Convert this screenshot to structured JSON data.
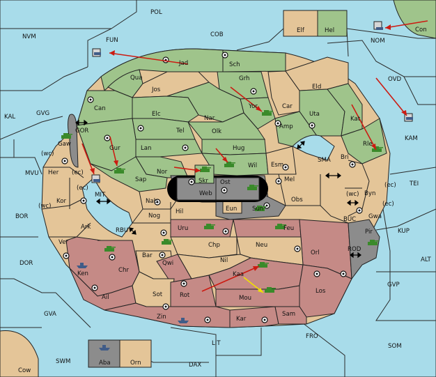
{
  "colors": {
    "sea": "#a8dcea",
    "green_power": "#9fc48b",
    "tan_neutral": "#e4c598",
    "red_power": "#c58a86",
    "grey_power": "#8c8c8c",
    "order_arrow": "#cc1b12",
    "support_arrow": "#f0e200"
  },
  "sea_labels": [
    {
      "id": "pol",
      "text": "POL"
    },
    {
      "id": "cob",
      "text": "COB"
    },
    {
      "id": "nvm",
      "text": "NVM"
    },
    {
      "id": "fun",
      "text": "FUN"
    },
    {
      "id": "nom",
      "text": "NOM"
    },
    {
      "id": "ovd",
      "text": "OVD"
    },
    {
      "id": "kal",
      "text": "KAL"
    },
    {
      "id": "gvg",
      "text": "GVG"
    },
    {
      "id": "gor",
      "text": "GOR"
    },
    {
      "id": "kam",
      "text": "KAM"
    },
    {
      "id": "sma",
      "text": "SMA"
    },
    {
      "id": "tei",
      "text": "TEI"
    },
    {
      "id": "mvu",
      "text": "MVU"
    },
    {
      "id": "mit",
      "text": "MIT"
    },
    {
      "id": "bor",
      "text": "BOR"
    },
    {
      "id": "rbu",
      "text": "RBU"
    },
    {
      "id": "buc",
      "text": "BUC"
    },
    {
      "id": "kup",
      "text": "KUP"
    },
    {
      "id": "dor",
      "text": "DOR"
    },
    {
      "id": "rod",
      "text": "ROD"
    },
    {
      "id": "alt",
      "text": "ALT"
    },
    {
      "id": "gvp",
      "text": "GVP"
    },
    {
      "id": "gva",
      "text": "GVA"
    },
    {
      "id": "fro",
      "text": "FRO"
    },
    {
      "id": "lit",
      "text": "LIT"
    },
    {
      "id": "som",
      "text": "SOM"
    },
    {
      "id": "swm",
      "text": "SWM"
    },
    {
      "id": "dax",
      "text": "DAX"
    }
  ],
  "land_labels": [
    {
      "id": "elf",
      "text": "Elf"
    },
    {
      "id": "hel",
      "text": "Hel"
    },
    {
      "id": "con",
      "text": "Con"
    },
    {
      "id": "jad",
      "text": "Jad"
    },
    {
      "id": "sch",
      "text": "Sch"
    },
    {
      "id": "qua",
      "text": "Qua"
    },
    {
      "id": "grh",
      "text": "Grh"
    },
    {
      "id": "jos",
      "text": "Jos"
    },
    {
      "id": "eld",
      "text": "Eld"
    },
    {
      "id": "can",
      "text": "Can"
    },
    {
      "id": "yor",
      "text": "Yor"
    },
    {
      "id": "car",
      "text": "Car"
    },
    {
      "id": "nar",
      "text": "Nar"
    },
    {
      "id": "elc",
      "text": "Elc"
    },
    {
      "id": "uta",
      "text": "Uta"
    },
    {
      "id": "tel",
      "text": "Tel"
    },
    {
      "id": "olk",
      "text": "Olk"
    },
    {
      "id": "amp",
      "text": "Amp"
    },
    {
      "id": "kat",
      "text": "Kat"
    },
    {
      "id": "gaw",
      "text": "Gaw"
    },
    {
      "id": "gur",
      "text": "Gur"
    },
    {
      "id": "lan",
      "text": "Lan"
    },
    {
      "id": "hug",
      "text": "Hug"
    },
    {
      "id": "rle",
      "text": "Rle"
    },
    {
      "id": "wil",
      "text": "Wil"
    },
    {
      "id": "esm",
      "text": "Esm"
    },
    {
      "id": "bri",
      "text": "Bri"
    },
    {
      "id": "her",
      "text": "Her"
    },
    {
      "id": "nor",
      "text": "Nor"
    },
    {
      "id": "skr",
      "text": "Skr"
    },
    {
      "id": "sap",
      "text": "Sap"
    },
    {
      "id": "ost",
      "text": "Ost"
    },
    {
      "id": "mel",
      "text": "Mel"
    },
    {
      "id": "byn",
      "text": "Byn"
    },
    {
      "id": "web",
      "text": "Web"
    },
    {
      "id": "kor",
      "text": "Kor"
    },
    {
      "id": "nab",
      "text": "Nab"
    },
    {
      "id": "obs",
      "text": "Obs"
    },
    {
      "id": "eun",
      "text": "Eun"
    },
    {
      "id": "gwa",
      "text": "Gwa"
    },
    {
      "id": "hil",
      "text": "Hil"
    },
    {
      "id": "sun",
      "text": "Sun"
    },
    {
      "id": "ark",
      "text": "Ark"
    },
    {
      "id": "nog",
      "text": "Nog"
    },
    {
      "id": "uru",
      "text": "Uru"
    },
    {
      "id": "feu",
      "text": "Feu"
    },
    {
      "id": "pir",
      "text": "Pir"
    },
    {
      "id": "ver",
      "text": "Ver"
    },
    {
      "id": "chp",
      "text": "Chp"
    },
    {
      "id": "neu",
      "text": "Neu"
    },
    {
      "id": "orl",
      "text": "Orl"
    },
    {
      "id": "bar",
      "text": "Bar"
    },
    {
      "id": "qwi",
      "text": "Qwi"
    },
    {
      "id": "nil",
      "text": "Nil"
    },
    {
      "id": "chr",
      "text": "Chr"
    },
    {
      "id": "ken",
      "text": "Ken"
    },
    {
      "id": "kaa",
      "text": "Kaa"
    },
    {
      "id": "sot",
      "text": "Sot"
    },
    {
      "id": "rot",
      "text": "Rot"
    },
    {
      "id": "ail",
      "text": "Ail"
    },
    {
      "id": "mou",
      "text": "Mou"
    },
    {
      "id": "los",
      "text": "Los"
    },
    {
      "id": "sam",
      "text": "Sam"
    },
    {
      "id": "zin",
      "text": "Zin"
    },
    {
      "id": "kar",
      "text": "Kar"
    },
    {
      "id": "cow",
      "text": "Cow"
    },
    {
      "id": "aba",
      "text": "Aba"
    },
    {
      "id": "orn",
      "text": "Orn"
    }
  ],
  "coast_labels": [
    {
      "id": "wc_gaw",
      "text": "(wc)"
    },
    {
      "id": "ec_gaw",
      "text": "(ec)"
    },
    {
      "id": "ec_kor",
      "text": "(ec)"
    },
    {
      "id": "wc_kor",
      "text": "(wc)"
    },
    {
      "id": "ec_byn",
      "text": "(ec)"
    },
    {
      "id": "wc_byn",
      "text": "(wc)"
    },
    {
      "id": "ec_gwa",
      "text": "(ec)"
    }
  ]
}
